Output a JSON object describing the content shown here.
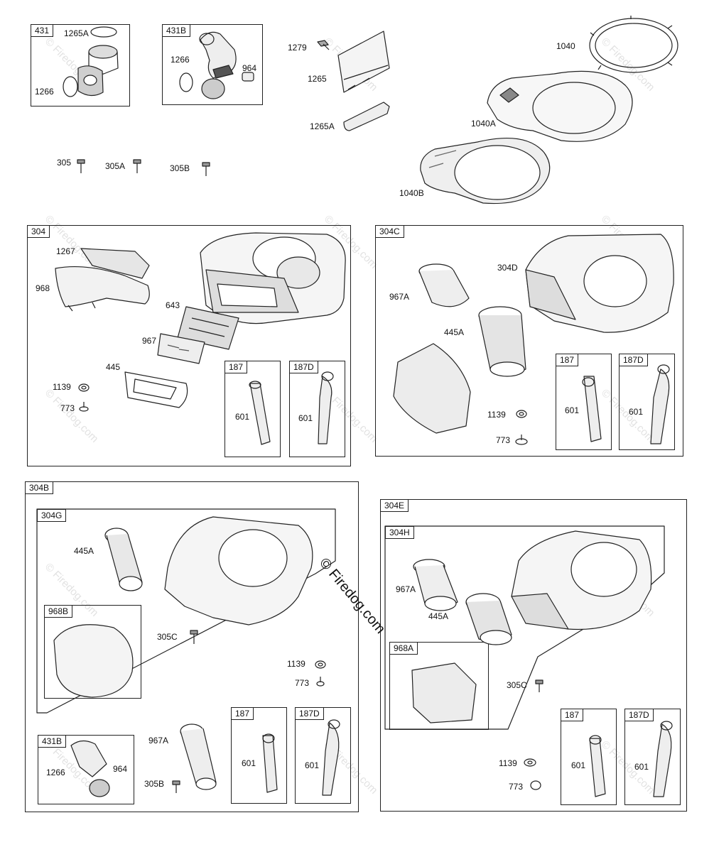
{
  "watermark": {
    "faint_text": "© Firedog.com",
    "center_text": "© Firedog.com"
  },
  "boxes": {
    "b431": "431",
    "b431B_top": "431B",
    "b304": "304",
    "b187_304": "187",
    "b187D_304": "187D",
    "b304C": "304C",
    "b187_304C": "187",
    "b187D_304C": "187D",
    "b304B": "304B",
    "b304G": "304G",
    "b968B": "968B",
    "b431B_bot": "431B",
    "b187_304B": "187",
    "b187D_304B": "187D",
    "b304E": "304E",
    "b304H": "304H",
    "b968A": "968A",
    "b187_304E": "187",
    "b187D_304E": "187D"
  },
  "labels": {
    "t1265A_431": "1265A",
    "t1266_431": "1266",
    "t1266_431B": "1266",
    "t964_431B": "964",
    "t1279": "1279",
    "t1265": "1265",
    "t1265A": "1265A",
    "t1040": "1040",
    "t1040A": "1040A",
    "t1040B": "1040B",
    "t305": "305",
    "t305A": "305A",
    "t305B": "305B",
    "t1267": "1267",
    "t968": "968",
    "t643": "643",
    "t967": "967",
    "t445": "445",
    "t1139_304": "1139",
    "t773_304": "773",
    "t601_a": "601",
    "t601_b": "601",
    "t967A_C": "967A",
    "t304D": "304D",
    "t445A_C": "445A",
    "t1139_C": "1139",
    "t773_C": "773",
    "t601_c": "601",
    "t601_d": "601",
    "t445A_G": "445A",
    "t305C_B": "305C",
    "t1139_B": "1139",
    "t773_B": "773",
    "t1266_bot": "1266",
    "t964_bot": "964",
    "t967A_B": "967A",
    "t305B_B": "305B",
    "t601_e": "601",
    "t601_f": "601",
    "t967A_H": "967A",
    "t445A_H": "445A",
    "t305C_E": "305C",
    "t1139_E": "1139",
    "t773_E": "773",
    "t601_g": "601",
    "t601_h": "601"
  }
}
